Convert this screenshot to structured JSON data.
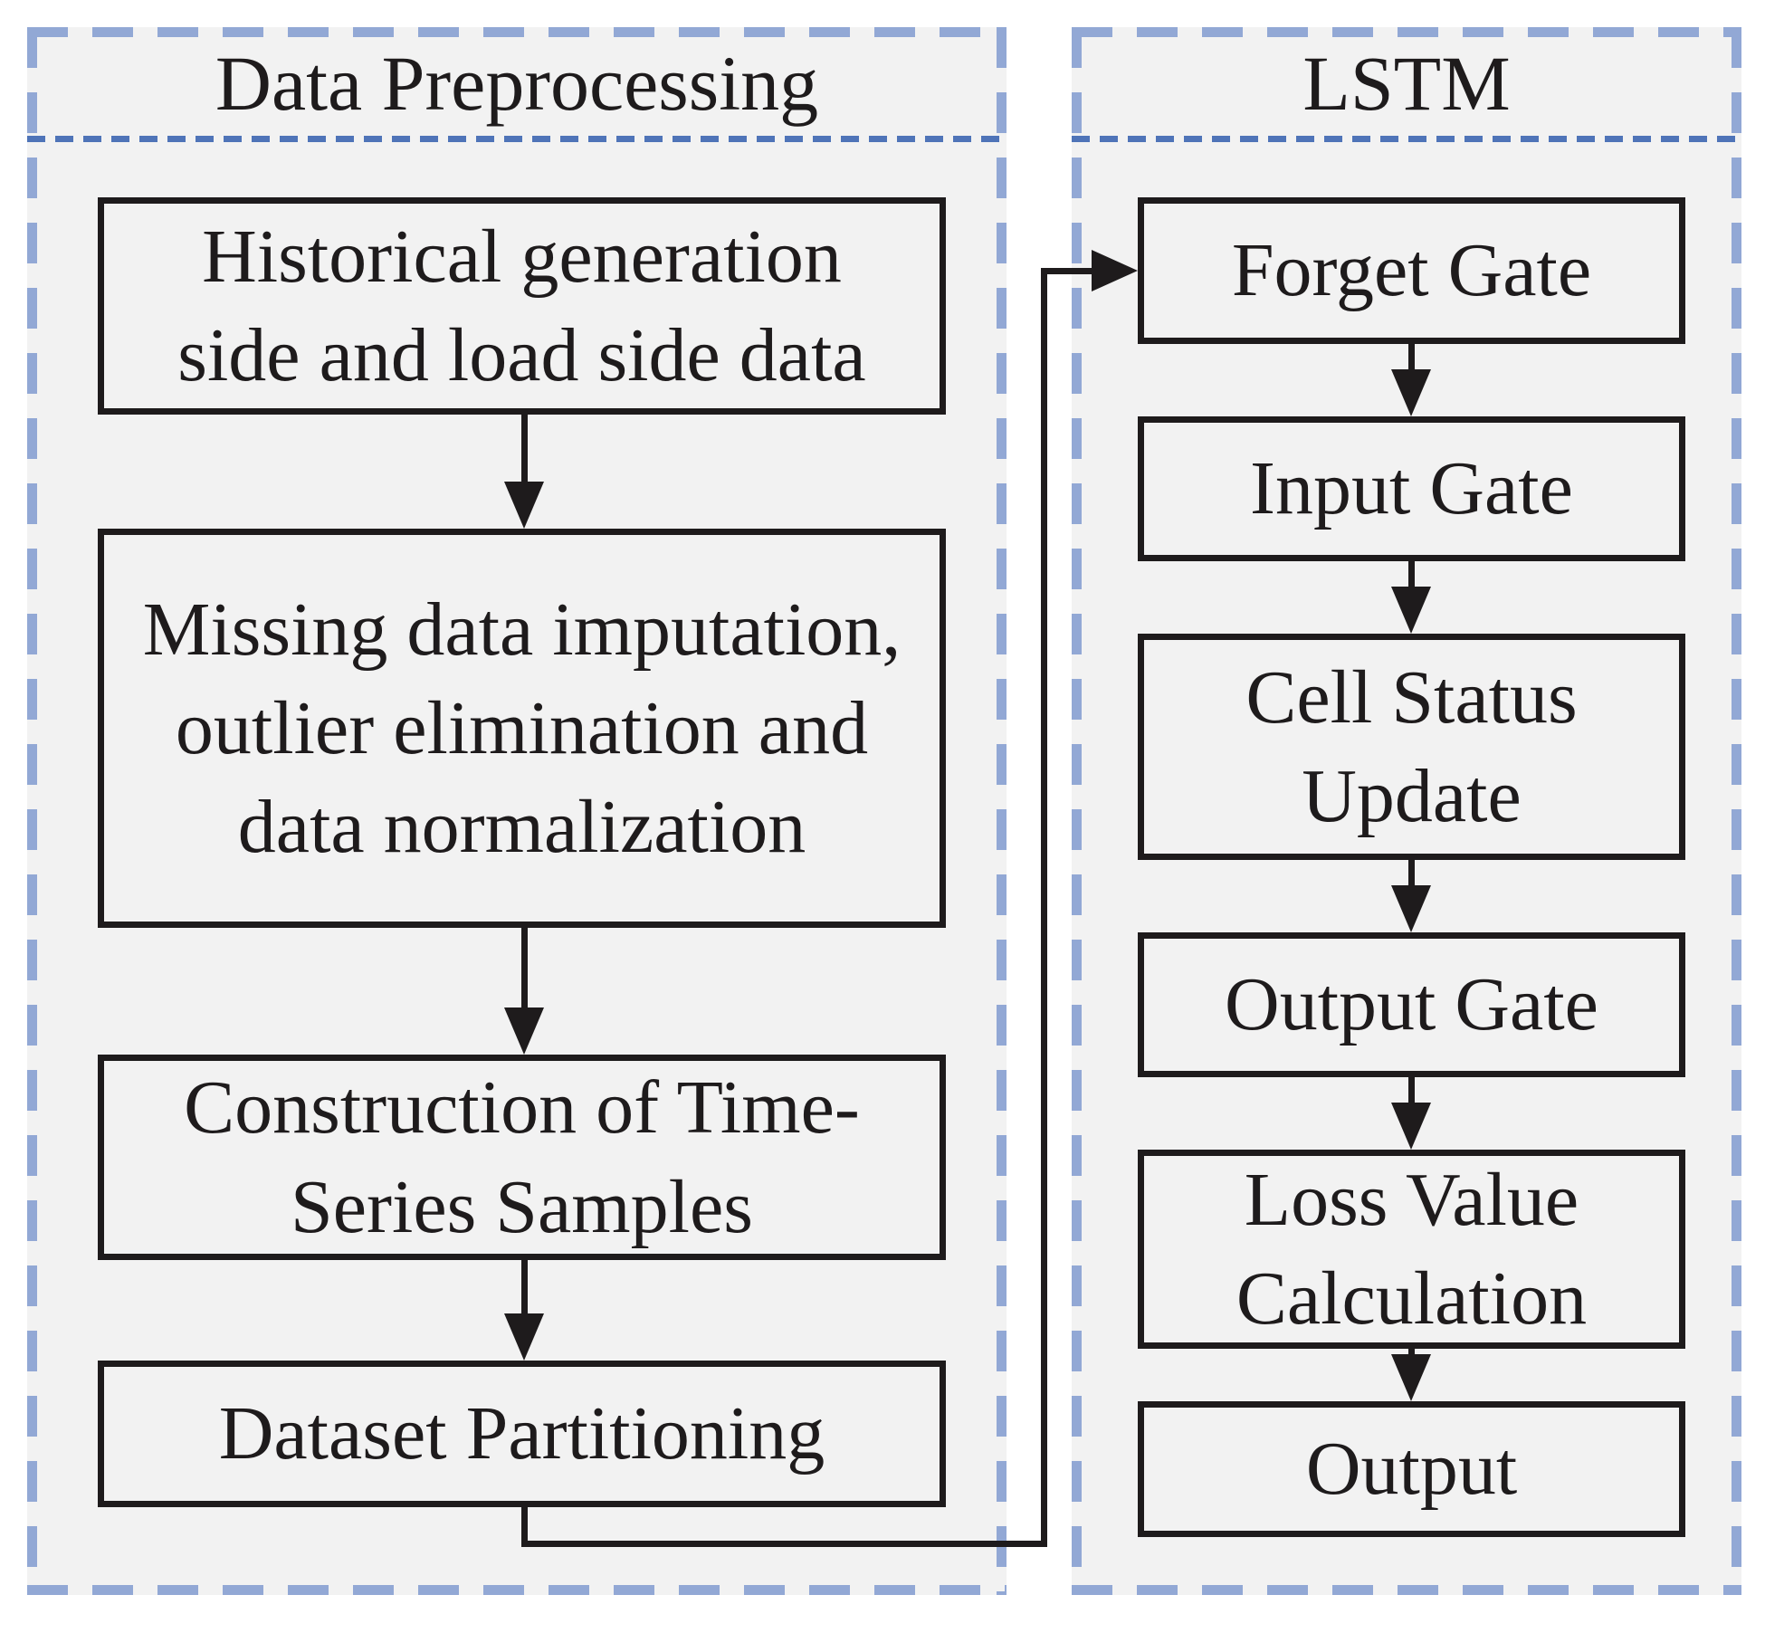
{
  "panels": [
    {
      "title": "Data Preprocessing",
      "boxes": [
        {
          "label": "Historical generation\nside and load side data"
        },
        {
          "label": "Missing data imputation,\noutlier elimination and\ndata normalization"
        },
        {
          "label": "Construction of Time-\nSeries Samples"
        },
        {
          "label": "Dataset Partitioning"
        }
      ]
    },
    {
      "title": "LSTM",
      "boxes": [
        {
          "label": "Forget Gate"
        },
        {
          "label": "Input Gate"
        },
        {
          "label": "Cell Status\nUpdate"
        },
        {
          "label": "Output Gate"
        },
        {
          "label": "Loss Value\nCalculation"
        },
        {
          "label": "Output"
        }
      ]
    }
  ],
  "colors": {
    "panel_border": "#92a8d5",
    "divider": "#4f74b8",
    "box_border": "#1e1b1c",
    "panel_bg": "#f2f2f2",
    "text": "#1e1b1c",
    "canvas_bg": "#ffffff"
  }
}
